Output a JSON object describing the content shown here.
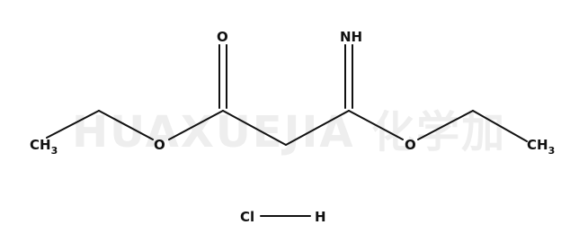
{
  "watermark": "HUAXUEJIA 化学加",
  "molecule": {
    "atoms": {
      "carbonyl_o": "O",
      "imine_nh": "NH",
      "ester_o": "O",
      "ether_o": "O",
      "left_ch3": "CH3",
      "right_ch3": "CH3"
    },
    "salt": {
      "cl": "Cl",
      "h": "H"
    }
  }
}
